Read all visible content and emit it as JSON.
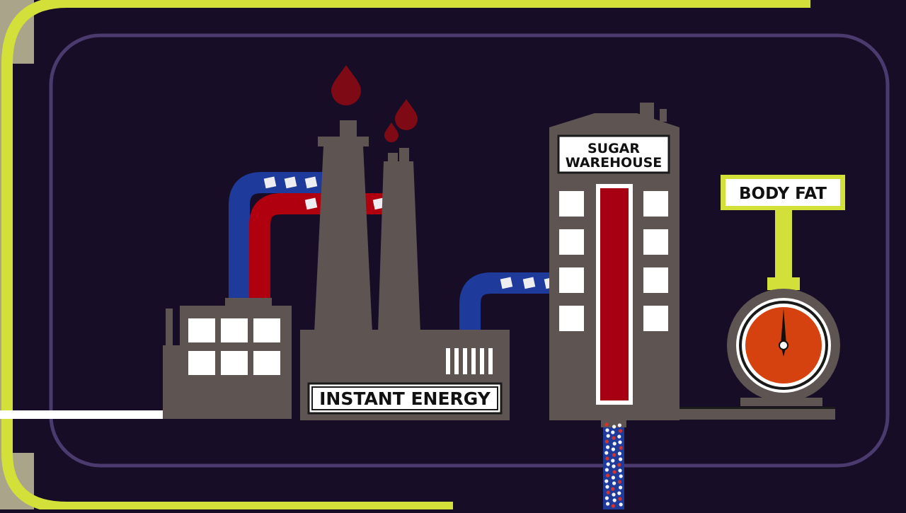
{
  "labels": {
    "instant_energy": "INSTANT ENERGY",
    "sugar_warehouse_line1": "SUGAR",
    "sugar_warehouse_line2": "WAREHOUSE",
    "body_fat": "BODY FAT"
  },
  "colors": {
    "background": "#170d26",
    "corner": "#a9a48a",
    "lime": "#d4e03a",
    "frame": "#4a3a6e",
    "building": "#5e5553",
    "window": "#ffffff",
    "pipe_blue": "#1e3a9a",
    "pipe_red": "#b0000f",
    "smoke": "#7d0a14",
    "gauge_face": "#d5420f",
    "sugar_bar": "#a60012"
  },
  "icons": {
    "gauge": "body-fat-gauge-icon",
    "smoke": "smoke-drop-icon",
    "sugar_cube": "sugar-cube-icon"
  },
  "gauge": {
    "needle_angle_deg": 0
  }
}
